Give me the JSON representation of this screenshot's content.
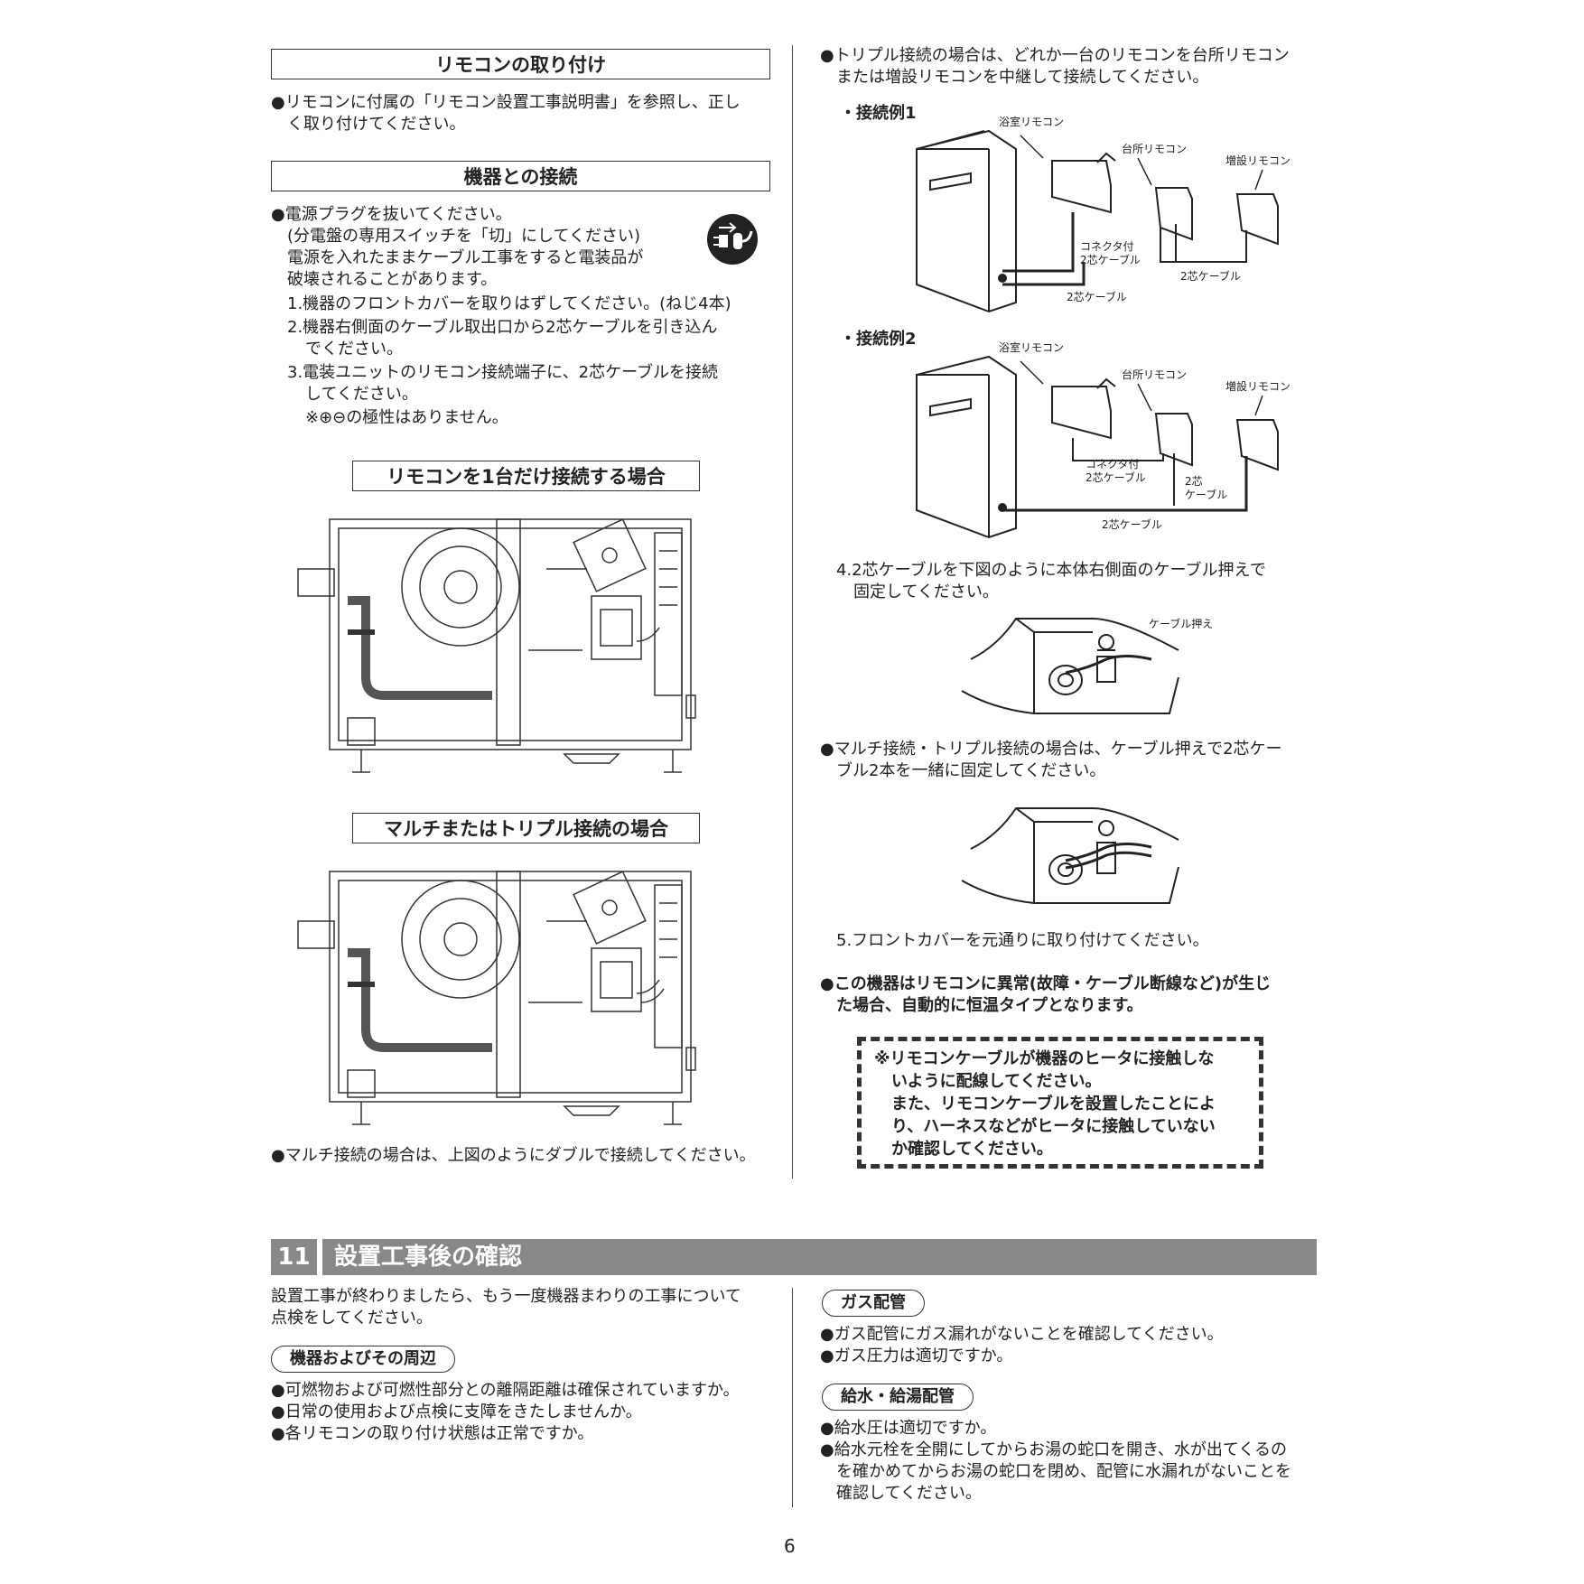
{
  "left": {
    "sec1_title": "リモコンの取り付け",
    "sec1_lines": [
      "●リモコンに付属の「リモコン設置工事説明書」を参照し、正し",
      "く取り付けてください。"
    ],
    "sec2_title": "機器との接続",
    "sec2_lines": [
      "●電源プラグを抜いてください。",
      "(分電盤の専用スイッチを「切」にしてください)",
      "電源を入れたままケーブル工事をすると電装品が",
      "破壊されることがあります。",
      "1.機器のフロントカバーを取りはずしてください。(ねじ4本)",
      "2.機器右側面のケーブル取出口から2芯ケーブルを引き込ん",
      "でください。",
      "3.電装ユニットのリモコン接続端子に、2芯ケーブルを接続",
      "してください。",
      "※⊕⊖の極性はありません。"
    ],
    "single_title": "リモコンを1台だけ接続する場合",
    "multi_title": "マルチまたはトリプル接続の場合",
    "multi_note": "●マルチ接続の場合は、上図のようにダブルで接続してください。"
  },
  "right": {
    "triple_lines": [
      "●トリプル接続の場合は、どれか一台のリモコンを台所リモコン",
      "または増設リモコンを中継して接続してください。"
    ],
    "example1": "・接続例1",
    "example2": "・接続例2",
    "labels": {
      "bath": "浴室リモコン",
      "kitchen": "台所リモコン",
      "extra": "増設リモコン",
      "connector_cable_1": "コネクタ付",
      "connector_cable_2": "2芯ケーブル",
      "two_core": "2芯ケーブル",
      "two_core_split_1": "2芯",
      "two_core_split_2": "ケーブル",
      "cable_clamp": "ケーブル押え"
    },
    "step4_lines": [
      "4.2芯ケーブルを下図のように本体右側面のケーブル押えで",
      "固定してください。"
    ],
    "multi_lines": [
      "●マルチ接続・トリプル接続の場合は、ケーブル押えで2芯ケー",
      "ブル2本を一緒に固定してください。"
    ],
    "step5": "5.フロントカバーを元通りに取り付けてください。",
    "warning_lines": [
      "●この機器はリモコンに異常(故障・ケーブル断線など)が生じ",
      "た場合、自動的に恒温タイプとなります。"
    ],
    "caution_lines": [
      "※リモコンケーブルが機器のヒータに接触しな",
      "いように配線してください。",
      "また、リモコンケーブルを設置したことによ",
      "り、ハーネスなどがヒータに接触していない",
      "か確認してください。"
    ]
  },
  "sec11": {
    "number": "11",
    "title": "設置工事後の確認",
    "intro_lines": [
      "設置工事が終わりましたら、もう一度機器まわりの工事について",
      "点検をしてください。"
    ],
    "group1": "機器およびその周辺",
    "group1_items": [
      "●可燃物および可燃性部分との離隔距離は確保されていますか。",
      "●日常の使用および点検に支障をきたしませんか。",
      "●各リモコンの取り付け状態は正常ですか。"
    ],
    "group2": "ガス配管",
    "group2_items": [
      "●ガス配管にガス漏れがないことを確認してください。",
      "●ガス圧力は適切ですか。"
    ],
    "group3": "給水・給湯配管",
    "group3_items": [
      "●給水圧は適切ですか。",
      "●給水元栓を全開にしてからお湯の蛇口を開き、水が出てくるの",
      "を確かめてからお湯の蛇口を閉め、配管に水漏れがないことを",
      "確認してください。"
    ]
  },
  "page_number": "6"
}
